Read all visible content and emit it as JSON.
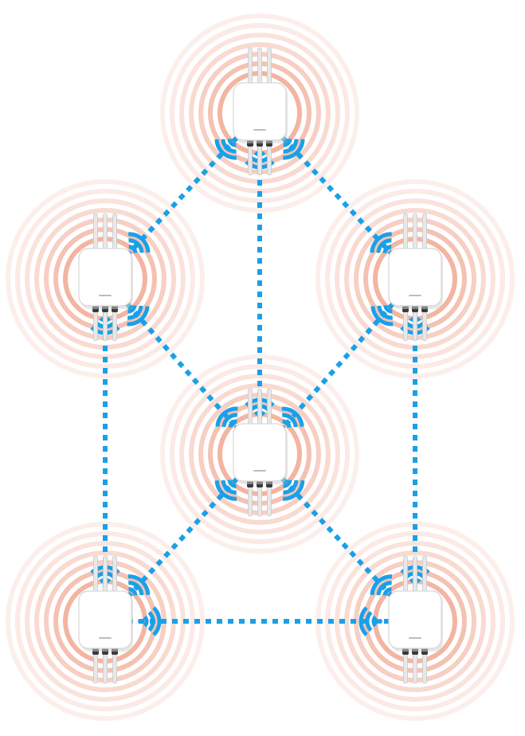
{
  "diagram": {
    "type": "wireless-mesh-network",
    "colors": {
      "background": "#ffffff",
      "link": "#1aa0e8",
      "wifi_signal": "#1aa0e8",
      "coverage_ring": "#f0a892",
      "device_body": "#ffffff",
      "device_shadow": "#cfcfcf",
      "antenna": "#e8e8e8"
    },
    "nodes": [
      {
        "id": "ap-top"
      },
      {
        "id": "ap-upper-left"
      },
      {
        "id": "ap-upper-right"
      },
      {
        "id": "ap-center"
      },
      {
        "id": "ap-lower-left"
      },
      {
        "id": "ap-lower-right"
      }
    ],
    "links": [
      {
        "from": "ap-top",
        "to": "ap-upper-left"
      },
      {
        "from": "ap-top",
        "to": "ap-upper-right"
      },
      {
        "from": "ap-top",
        "to": "ap-center"
      },
      {
        "from": "ap-upper-left",
        "to": "ap-center"
      },
      {
        "from": "ap-upper-right",
        "to": "ap-center"
      },
      {
        "from": "ap-upper-left",
        "to": "ap-lower-left"
      },
      {
        "from": "ap-upper-right",
        "to": "ap-lower-right"
      },
      {
        "from": "ap-center",
        "to": "ap-lower-left"
      },
      {
        "from": "ap-center",
        "to": "ap-lower-right"
      },
      {
        "from": "ap-lower-left",
        "to": "ap-lower-right"
      }
    ]
  }
}
